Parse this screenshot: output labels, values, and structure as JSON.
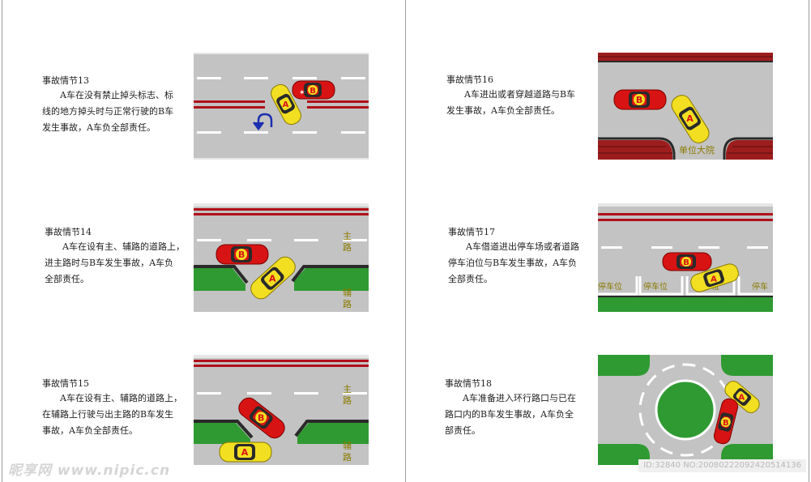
{
  "sections": [
    {
      "title": "事故情节13",
      "lines": [
        "A车在没有禁止掉头标志、标",
        "线的地方掉头时与正常行驶的B车",
        "发生事故，A车负全部责任。"
      ]
    },
    {
      "title": "事故情节14",
      "lines": [
        "A车在设有主、辅路的道路上，",
        "进主路时与B车发生事故，A车负",
        "全部责任。"
      ]
    },
    {
      "title": "事故情节15",
      "lines": [
        "A车在设有主、辅路的道路上，",
        "在辅路上行驶与出主路的B车发生",
        "事故，A车负全部责任。"
      ]
    },
    {
      "title": "事故情节16",
      "lines": [
        "A车进出或者穿越道路与B车",
        "发生事故，A车负全部责任。"
      ]
    },
    {
      "title": "事故情节17",
      "lines": [
        "A车借道进出停车场或者道路",
        "停车泊位与B车发生事故，A车负",
        "全部责任。"
      ]
    },
    {
      "title": "事故情节18",
      "lines": [
        "A车准备进入环行路口与已在",
        "路口内的B车发生事故，A车负全",
        "部责任。"
      ]
    }
  ],
  "labels": {
    "car_a": "A",
    "car_b": "B",
    "main_road_1": "主",
    "main_road_2": "路",
    "aux_road_1": "辅",
    "aux_road_2": "路",
    "compound": "单位大院",
    "parking_left": "停车位",
    "parking_mid": "停车位",
    "parking_right": "停车位",
    "parking_far": "停车"
  },
  "watermark": "昵享网 www.nipic.cn",
  "image_id": "ID:32840 NO:20080222092420514136",
  "colors": {
    "road": "#c3c3c3",
    "red_line": "#b0101a",
    "grass": "#2f9a32",
    "brick": "#9c1d1d",
    "car_a": "#f2df22",
    "car_b": "#d81313"
  }
}
